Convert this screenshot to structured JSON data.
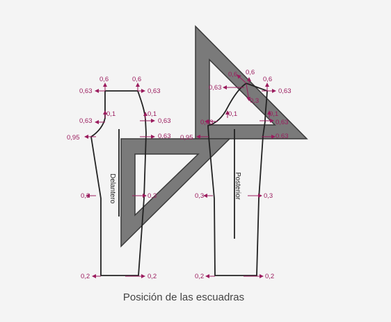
{
  "caption": "Posición de las escuadras",
  "pieces": {
    "front": "Delantero",
    "back": "Posterior"
  },
  "labels": {
    "v06": "0,6",
    "v063": "0,63",
    "v01": "0,1",
    "v095": "0,95",
    "v03": "0,3",
    "v02": "0,2"
  },
  "colors": {
    "accent": "#9b1c5e",
    "square_fill": "#7a7a7a",
    "square_stroke": "#3a3a3a",
    "pattern_line": "#222222",
    "background": "#f4f4f4"
  },
  "icons": {
    "square": "set-square-icon",
    "arrow": "arrow-icon"
  }
}
